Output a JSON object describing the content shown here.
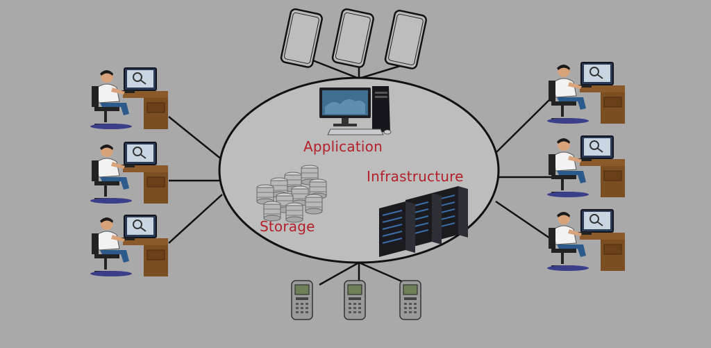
{
  "cloud": {
    "application_label": "Application",
    "infrastructure_label": "Infrastructure",
    "storage_label": "Storage"
  },
  "icons": {
    "center_top": "desktop-computer-icon",
    "center_left": "database-storage-icon",
    "center_right": "server-rack-icon",
    "top_devices": "smartphone-icon",
    "bottom_devices": "mobile-phone-icon",
    "left_users": "person-at-computer-icon",
    "right_users": "person-at-computer-icon"
  },
  "colors": {
    "background": "#a9a9a9",
    "label": "#b3202a",
    "line": "#111111"
  }
}
